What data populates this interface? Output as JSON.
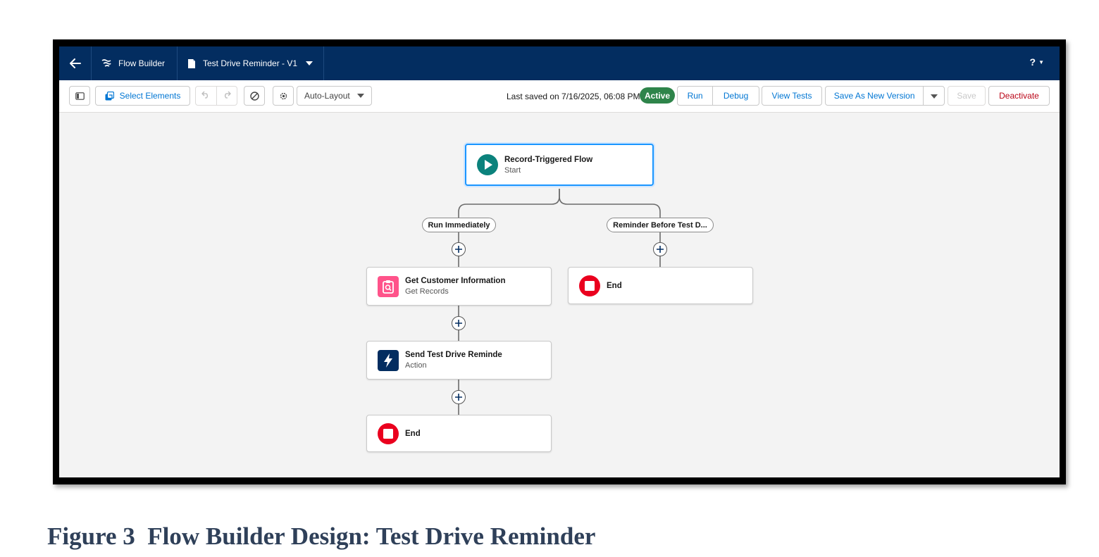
{
  "topbar": {
    "back_icon": "arrow-left-icon",
    "app_name": "Flow Builder",
    "flow_name": "Test Drive Reminder - V1",
    "help_label": "?"
  },
  "toolbar": {
    "select_elements": "Select Elements",
    "layout_mode": "Auto-Layout",
    "last_saved": "Last saved on 7/16/2025, 06:08 PM",
    "status": "Active",
    "run": "Run",
    "debug": "Debug",
    "view_tests": "View Tests",
    "save_as_new_version": "Save As New Version",
    "save": "Save",
    "deactivate": "Deactivate"
  },
  "canvas": {
    "start": {
      "title": "Record-Triggered Flow",
      "subtitle": "Start"
    },
    "paths": [
      {
        "label": "Run Immediately"
      },
      {
        "label": "Reminder Before Test D..."
      }
    ],
    "left_nodes": [
      {
        "title": "Get Customer Information",
        "subtitle": "Get Records",
        "icon": "get-records-icon"
      },
      {
        "title": "Send Test Drive Reminde",
        "subtitle": "Action",
        "icon": "lightning-icon"
      },
      {
        "title": "End",
        "icon": "stop-icon"
      }
    ],
    "right_nodes": [
      {
        "title": "End",
        "icon": "stop-icon"
      }
    ]
  },
  "colors": {
    "navy": "#032d60",
    "brand_blue": "#0176d3",
    "active_green": "#2e844a",
    "end_red": "#ea001e",
    "get_records_pink": "#ff538a",
    "start_teal": "#0b827c",
    "deactivate_red": "#ba0517"
  },
  "caption": "Figure 3  Flow Builder Design: Test Drive Reminder"
}
